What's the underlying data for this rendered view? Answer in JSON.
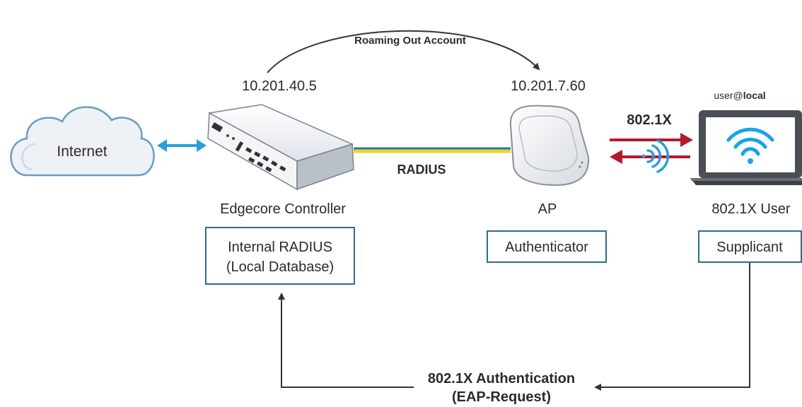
{
  "labels": {
    "roaming": "Roaming Out Account",
    "ip_controller": "10.201.40.5",
    "ip_ap": "10.201.7.60",
    "user_prefix": "user@",
    "user_suffix": "local",
    "internet": "Internet",
    "radius_link": "RADIUS",
    "protocol_8021x": "802.1X",
    "controller": "Edgecore Controller",
    "ap": "AP",
    "user": "802.1X User",
    "auth_line1": "802.1X Authentication",
    "auth_line2": "(EAP-Request)"
  },
  "boxes": {
    "internal_radius_line1": "Internal RADIUS",
    "internal_radius_line2": "(Local Database)",
    "authenticator": "Authenticator",
    "supplicant": "Supplicant"
  },
  "colors": {
    "box_border": "#2a6e8c",
    "arrow_blue": "#2a9fd8",
    "arrow_red": "#b3192e",
    "link_yellow": "#f5d21c",
    "link_blue": "#1f78b4",
    "wifi_blue": "#19a3e8",
    "cloud_stroke": "#6a9cc6",
    "line_dark": "#333333"
  },
  "icons": [
    "cloud-icon",
    "controller-device-icon",
    "access-point-icon",
    "laptop-icon",
    "wifi-icon",
    "wireless-signal-icon"
  ]
}
